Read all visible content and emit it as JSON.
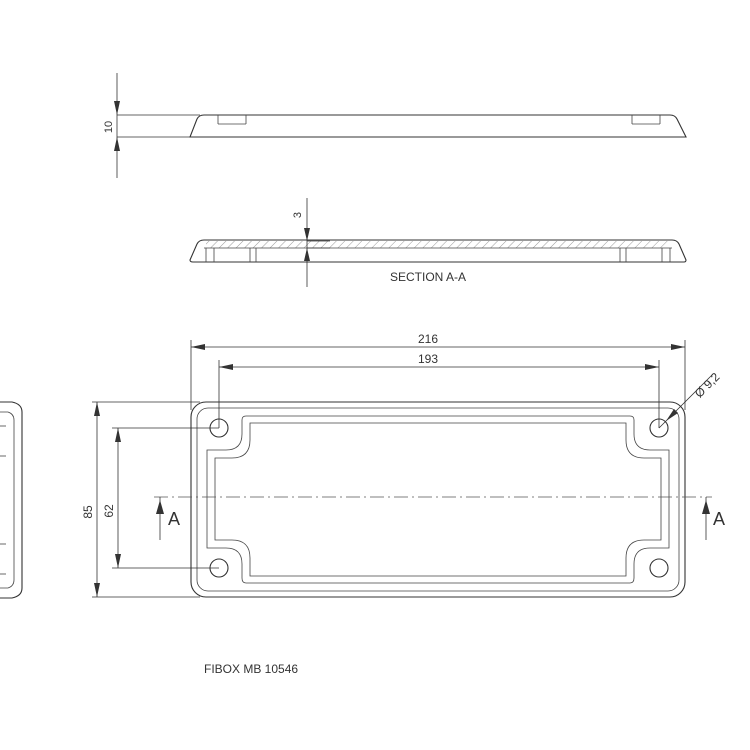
{
  "drawing": {
    "dims": {
      "thickness": "10",
      "wall": "3",
      "overall_length": "216",
      "hole_spacing_x": "193",
      "overall_height": "85",
      "hole_spacing_y": "62",
      "hole_diameter": "Ø 9,2"
    },
    "section_label": "SECTION A-A",
    "section_marker_left": "A",
    "section_marker_right": "A",
    "part_label": "FIBOX MB 10546"
  }
}
